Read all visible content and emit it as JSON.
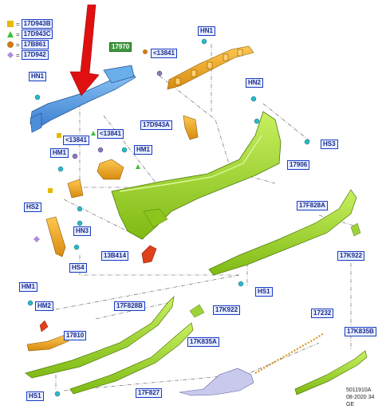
{
  "legend": [
    {
      "symbol": "square-yellow",
      "color": "#e8b800",
      "label": "17D943B"
    },
    {
      "symbol": "triangle-green",
      "color": "#3bbf3b",
      "label": "17D943C"
    },
    {
      "symbol": "circle-orange",
      "color": "#cc7a1a",
      "label": "17B861"
    },
    {
      "symbol": "diamond-purple",
      "color": "#b48ad8",
      "label": "17D942"
    }
  ],
  "callouts": {
    "c17970": "17970",
    "hn1_top": "HN1",
    "hn1_left": "HN1",
    "c13841_top": "<13841",
    "hn2": "HN2",
    "c17d943a": "17D943A",
    "hs3": "HS3",
    "c13841_mid_left": "<13841",
    "c13841_mid_right": "<13841",
    "hm1_left": "HM1",
    "hm1_mid": "HM1",
    "c17906": "17906",
    "hs2": "HS2",
    "hn3": "HN3",
    "hs4": "HS4",
    "c17f828a": "17F828A",
    "c13b414": "13B414",
    "c17k922_right": "17K922",
    "hs1_mid": "HS1",
    "hm1_bottom": "HM1",
    "hm2": "HM2",
    "c17f828b": "17F828B",
    "c17k922_mid": "17K922",
    "c17810": "17810",
    "c17k835a": "17K835A",
    "c17232": "17232",
    "c17k835b": "17K835B",
    "c17f827": "17F827",
    "hs1_bottom": "HS1"
  },
  "reference": {
    "code": "5011910A",
    "date": "08-2020 34",
    "region": "GE"
  },
  "colors": {
    "bumper_green": "#a6dd2a",
    "beam_blue": "#5aa0e0",
    "bracket_orange": "#f0a020",
    "arrow_red": "#e01010",
    "reflector_red": "#e0401a",
    "diffuser_purple": "#b8b8e0",
    "label_border": "#1a3cc4"
  }
}
